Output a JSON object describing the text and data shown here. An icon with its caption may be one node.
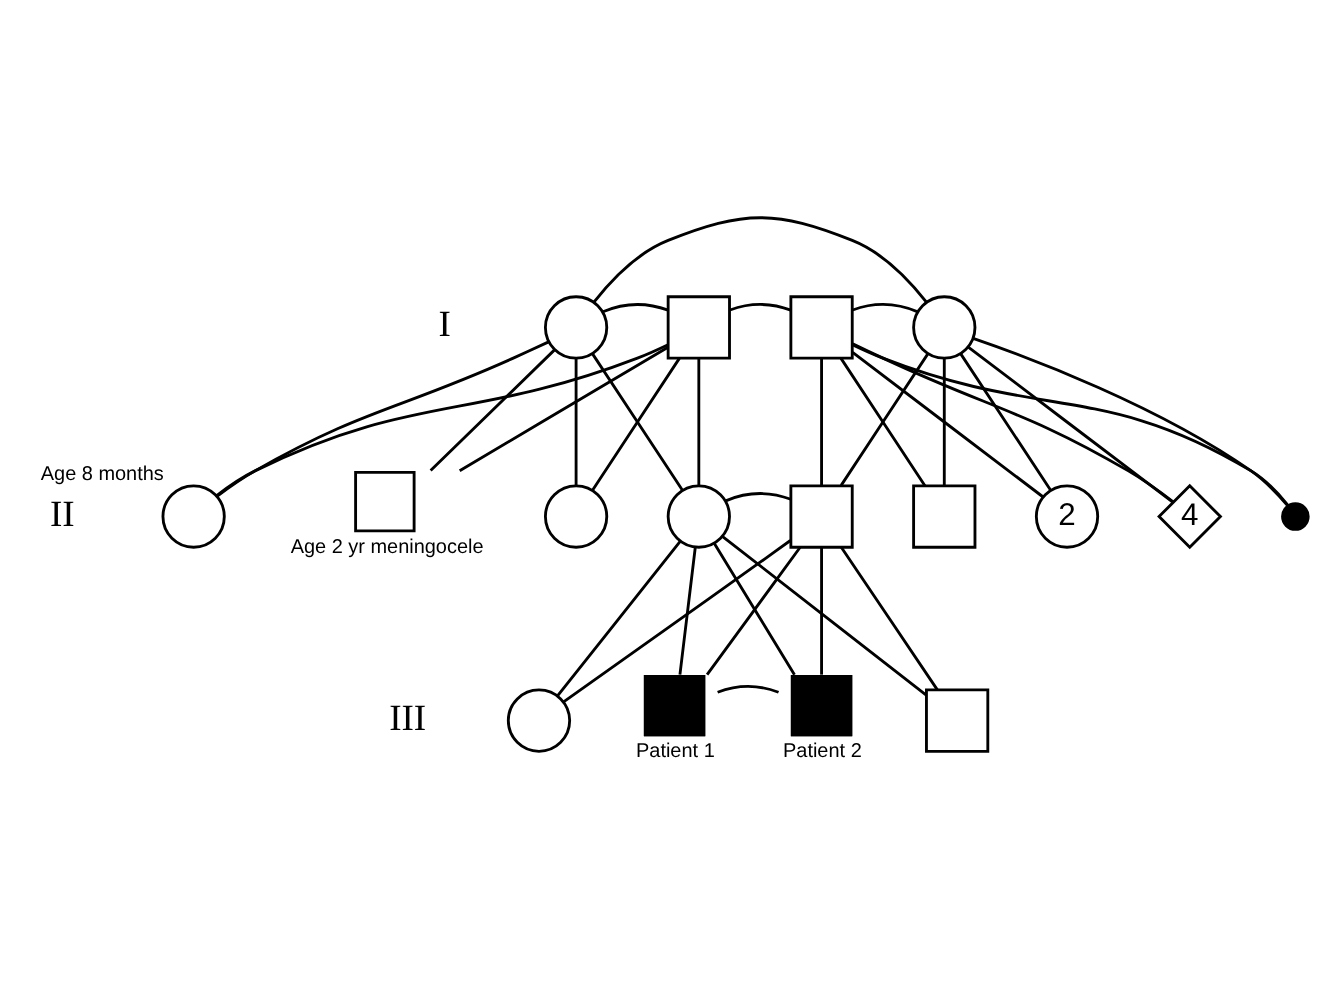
{
  "diagram": {
    "nodes": [
      {
        "text": [],
        "shape": "circle"
      },
      {
        "text": [],
        "shape": "box"
      },
      {
        "text": [],
        "shape": "box"
      },
      {
        "text": [],
        "shape": "circle"
      },
      {
        "text": [],
        "shape": "circle",
        "beside": [
          "Age 8 months"
        ]
      },
      {
        "text": [],
        "shape": "box",
        "beside": [
          "Age 2 yr meningocele"
        ]
      },
      {
        "text": [],
        "shape": "circle"
      },
      {
        "text": [],
        "shape": "circle"
      },
      {
        "text": [],
        "shape": "box"
      },
      {
        "text": [],
        "shape": "box"
      },
      {
        "text": [
          "2"
        ]
      },
      {
        "text": [
          "4"
        ]
      },
      {
        "text": [],
        "shape": "circle"
      },
      {
        "text": [],
        "shape": "circle"
      },
      {
        "text": [],
        "shape": "box",
        "beside": [
          "Patient 1"
        ]
      },
      {
        "text": [],
        "shape": "box",
        "beside": [
          "Patient 2"
        ]
      },
      {
        "text": [],
        "shape": "box"
      }
    ],
    "edges": [
      {
        "from": 0,
        "to": 3,
        "arrow": "none"
      },
      {
        "from": 1,
        "to": 2,
        "arrow": "none"
      },
      {
        "from": 0,
        "to": 1,
        "arrow": "none"
      },
      {
        "from": 2,
        "to": 3,
        "arrow": "none"
      },
      {
        "from": 0,
        "to": 4,
        "arrow": "none"
      },
      {
        "from": 1,
        "to": 4,
        "arrow": "none"
      },
      {
        "from": 0,
        "to": 5,
        "arrow": "none"
      },
      {
        "from": 1,
        "to": 5,
        "arrow": "none"
      },
      {
        "from": 0,
        "to": 6,
        "arrow": "none"
      },
      {
        "from": 1,
        "to": 6,
        "arrow": "none"
      },
      {
        "from": 0,
        "to": 7,
        "arrow": "none"
      },
      {
        "from": 1,
        "to": 7,
        "arrow": "none"
      },
      {
        "from": 2,
        "to": 8,
        "arrow": "none"
      },
      {
        "from": 3,
        "to": 8,
        "arrow": "none"
      },
      {
        "from": 2,
        "to": 9,
        "arrow": "none"
      },
      {
        "from": 3,
        "to": 9,
        "arrow": "none"
      },
      {
        "from": 2,
        "to": 10,
        "arrow": "none"
      },
      {
        "from": 3,
        "to": 10,
        "arrow": "none"
      },
      {
        "from": 2,
        "to": 11,
        "arrow": "none"
      },
      {
        "from": 3,
        "to": 11,
        "arrow": "none"
      },
      {
        "from": 2,
        "to": 12,
        "arrow": "none"
      },
      {
        "from": 3,
        "to": 12,
        "arrow": "none"
      },
      {
        "from": 7,
        "to": 8,
        "arrow": "none"
      },
      {
        "from": 7,
        "to": 13,
        "arrow": "none"
      },
      {
        "from": 8,
        "to": 13,
        "arrow": "none"
      },
      {
        "from": 7,
        "to": 14,
        "arrow": "none"
      },
      {
        "from": 8,
        "to": 14,
        "arrow": "none"
      },
      {
        "from": 7,
        "to": 15,
        "arrow": "none"
      },
      {
        "from": 8,
        "to": 15,
        "arrow": "none"
      },
      {
        "from": 7,
        "to": 16,
        "arrow": "none"
      },
      {
        "from": 8,
        "to": 16,
        "arrow": "none"
      },
      {
        "from": 14,
        "to": 15,
        "arrow": "none"
      }
    ],
    "labels": [
      "I",
      "II",
      "III"
    ]
  }
}
